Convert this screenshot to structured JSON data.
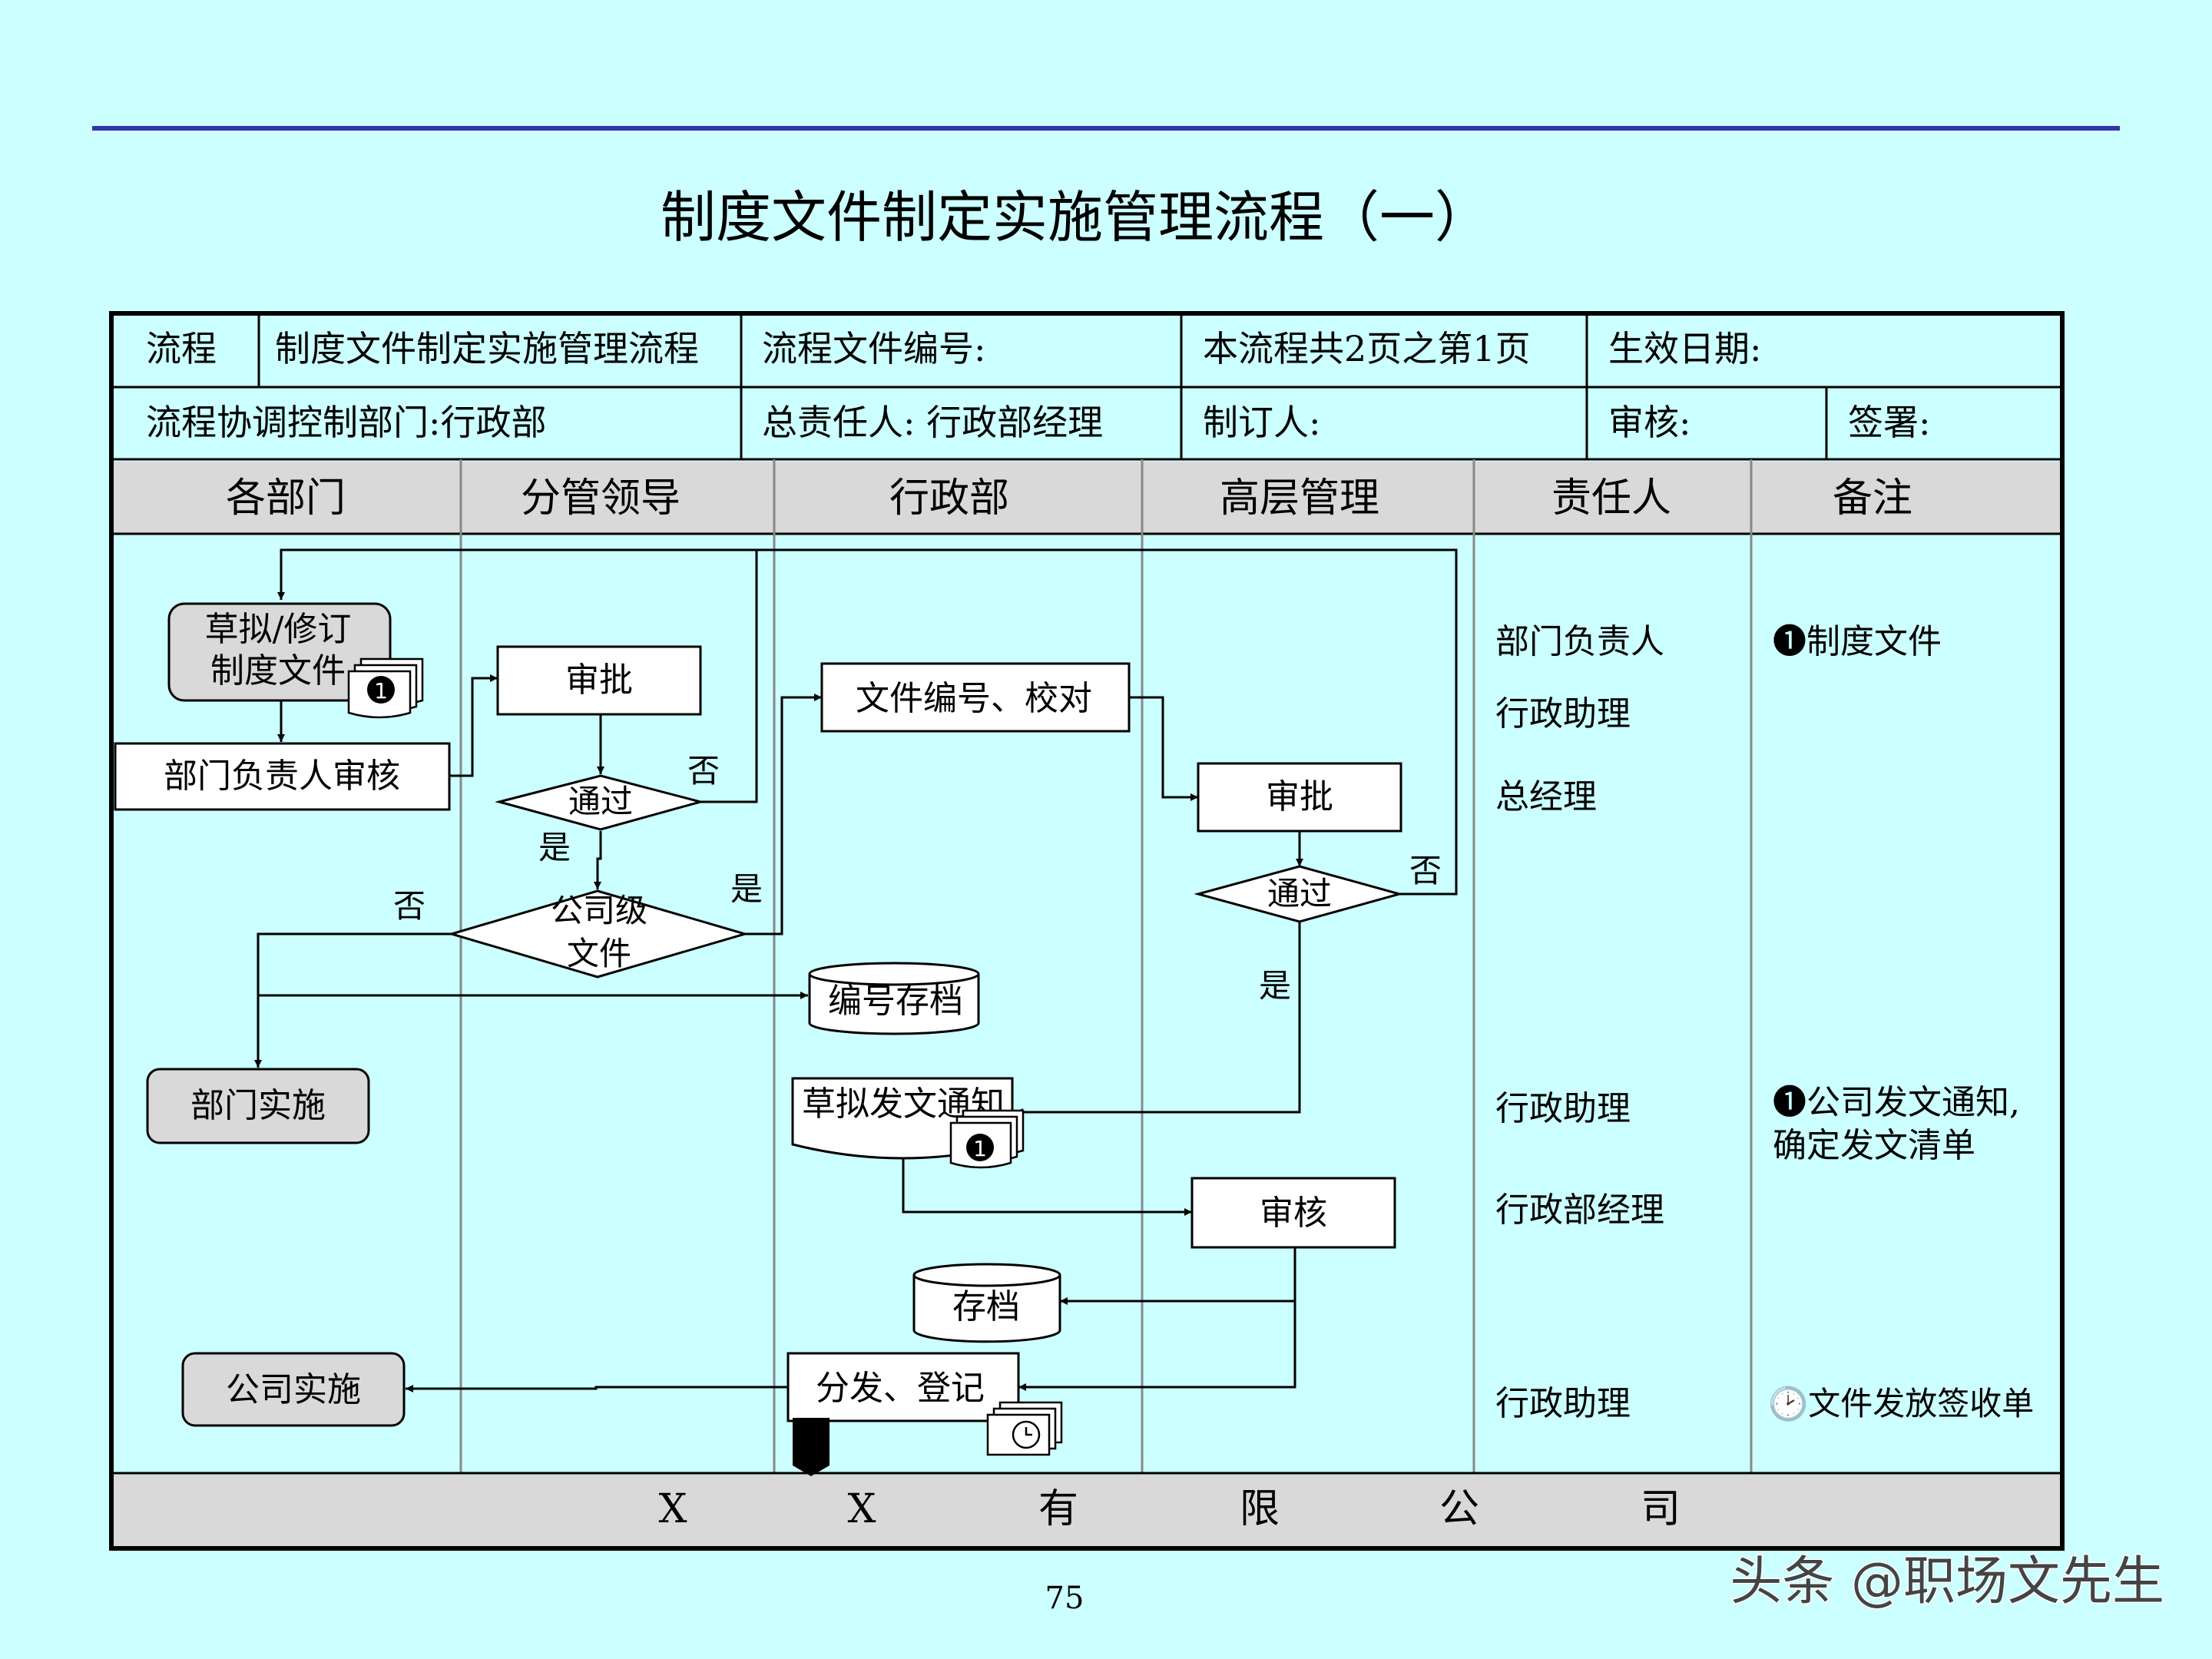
{
  "page": {
    "title": "制度文件制定实施管理流程（一）",
    "page_number": "75",
    "watermark": "头条 @职场文先生"
  },
  "header": {
    "row1": {
      "flow_label": "流程",
      "flow_name": "制度文件制定实施管理流程",
      "doc_no_label": "流程文件编号:",
      "page_info": "本流程共2页之第1页",
      "effective_date_label": "生效日期:"
    },
    "row2": {
      "coord_dept": "流程协调控制部门:行政部",
      "owner": "总责任人: 行政部经理",
      "author_label": "制订人:",
      "reviewer_label": "审核:",
      "signer_label": "签署:"
    }
  },
  "columns": [
    "各部门",
    "分管领导",
    "行政部",
    "高层管理",
    "责任人",
    "备注"
  ],
  "nodes": {
    "draft": "草拟/修订\n制度文件",
    "dept_review": "部门负责人审核",
    "approve1": "审批",
    "pass1": "通过",
    "company_level": "公司级\n文件",
    "numbering": "文件编号、校对",
    "approve2": "审批",
    "pass2": "通过",
    "archive_number": "编号存档",
    "dept_implement": "部门实施",
    "draft_notice": "草拟发文通知",
    "review": "审核",
    "archive": "存档",
    "distribute": "分发、登记",
    "company_implement": "公司实施"
  },
  "edge_labels": {
    "no": "否",
    "yes": "是"
  },
  "doc_marker": "❶",
  "responsible": [
    "部门负责人",
    "行政助理",
    "总经理",
    "行政助理",
    "行政部经理",
    "行政助理"
  ],
  "remarks": {
    "r1": "❶制度文件",
    "r2a": "❶公司发文通知,",
    "r2b": "确定发文清单",
    "r3": "🕑文件发放签收单"
  },
  "footer": [
    "X",
    "X",
    "有",
    "限",
    "公",
    "司"
  ],
  "colors": {
    "background": "#ccffff",
    "rule": "#3333aa",
    "header_band": "#d9d9d9",
    "rounded_box": "#d9d9d9",
    "lane_line": "#888888"
  }
}
